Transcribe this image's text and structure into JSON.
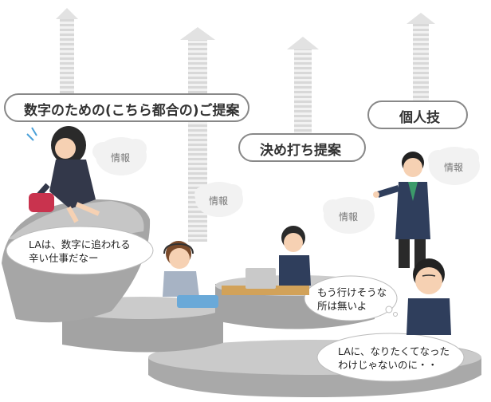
{
  "labels": {
    "proposal": "数字のための(こちら都合の)ご提案",
    "skill": "個人技",
    "decide": "決め打ち提案"
  },
  "info_word": "情報",
  "speech": {
    "la_hard": "LAは、数字に追われる\n辛い仕事だなー",
    "no_place": "もう行けそうな\n所は無いよ",
    "not_wanted": "LAに、なりたくてなった\nわけじゃないのに・・"
  },
  "colors": {
    "platform_top": "#c9c9c9",
    "platform_side": "#a8a8a8",
    "arrow_fill": "#e6e6e6",
    "arrow_stripe": "#cfcfcf",
    "label_border": "#888888"
  }
}
